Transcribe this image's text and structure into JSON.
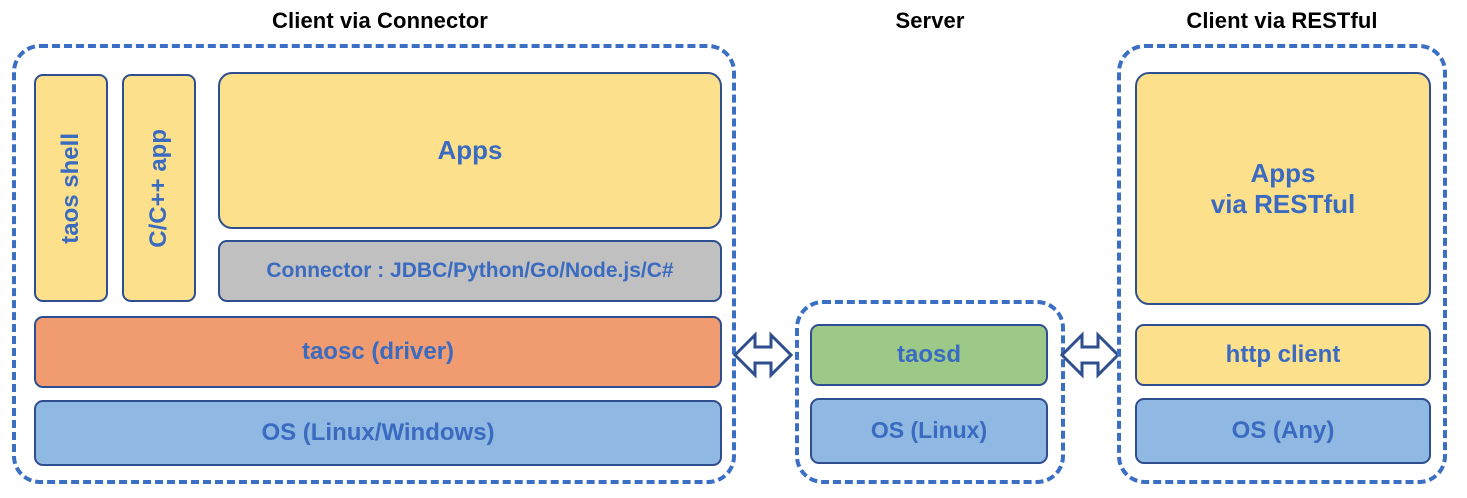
{
  "diagram": {
    "title_connector": "Client via Connector",
    "title_server": "Server",
    "title_restful": "Client via RESTful",
    "colors": {
      "dashed_border": "#3A6FC4",
      "box_border": "#2E4E8F",
      "text_blue": "#3A6BC0",
      "yellow": "#FCE08C",
      "orange": "#F09B70",
      "blue": "#8FB8E2",
      "green": "#9CC987",
      "gray": "#C0C0C0",
      "title_black": "#000000"
    }
  },
  "client_connector": {
    "taos_shell": "taos shell",
    "cpp_app": "C/C++ app",
    "apps": "Apps",
    "connector": "Connector : JDBC/Python/Go/Node.js/C#",
    "taosc": "taosc (driver)",
    "os": "OS (Linux/Windows)"
  },
  "server": {
    "taosd": "taosd",
    "os": "OS (Linux)"
  },
  "client_restful": {
    "apps_line1": "Apps",
    "apps_line2": "via RESTful",
    "http_client": "http client",
    "os": "OS (Any)"
  },
  "arrows": {
    "left_label": "bidirectional-arrow",
    "right_label": "bidirectional-arrow"
  }
}
